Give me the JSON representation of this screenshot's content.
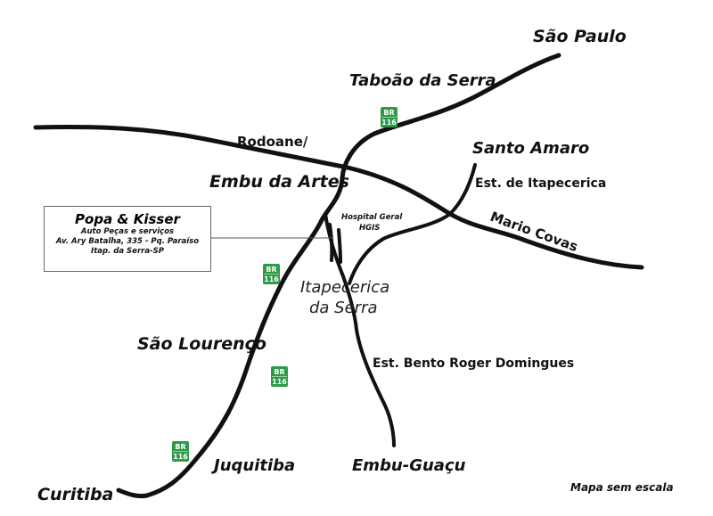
{
  "map": {
    "places": {
      "sao_paulo": "São Paulo",
      "taboao": "Taboão da Serra",
      "santo_amaro": "Santo Amaro",
      "embu_artes": "Embu da Artes",
      "sao_lourenco": "São Lourenço",
      "juquitiba": "Juquitiba",
      "embu_guacu": "Embu-Guaçu",
      "curitiba": "Curitiba",
      "itapecerica_1": "Itapecerica",
      "itapecerica_2": "da Serra"
    },
    "roads": {
      "rodoanel": "Rodoane/",
      "mario_covas": "Mario Covas",
      "est_itapecerica": "Est. de Itapecerica",
      "est_bento": "Est. Bento Roger Domingues"
    },
    "hospital": {
      "line1": "Hospital Geral",
      "line2": "HGIS"
    },
    "shield": {
      "top": "BR",
      "bottom": "116"
    },
    "scale_note": "Mapa sem escala"
  },
  "store": {
    "name": "Popa & Kisser",
    "line1": "Auto Peças e serviços",
    "line2": "Av. Ary Batalha, 335 - Pq. Paraíso",
    "line3": "Itap. da Serra-SP"
  }
}
